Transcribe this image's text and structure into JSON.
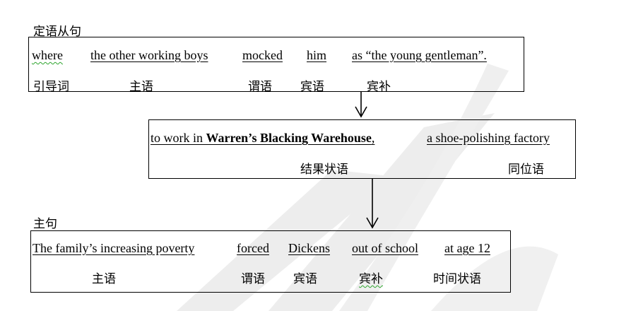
{
  "sub_clause": {
    "heading": "定语从句",
    "words": [
      "where",
      "the other working boys",
      "mocked",
      "him",
      "as “the young gentleman”."
    ],
    "roles": [
      "引导词",
      "主语",
      "谓语",
      "宾语",
      "宾补"
    ]
  },
  "middle": {
    "phrase_start": "to work in ",
    "phrase_bold": "Warren’s  Blacking Warehouse",
    "phrase_end": ",",
    "appositive": "a shoe-polishing factory",
    "roles": [
      "结果状语",
      "同位语"
    ]
  },
  "main_clause": {
    "heading": "主句",
    "words": [
      "The family’s increasing poverty",
      "forced",
      "Dickens",
      "out of school",
      "at age 12"
    ],
    "roles": [
      "主语",
      "谓语",
      "宾语",
      "宾补",
      "时间状语"
    ]
  },
  "colors": {
    "watermark": "#ededed",
    "wavy_underline": "#2ea52e"
  }
}
